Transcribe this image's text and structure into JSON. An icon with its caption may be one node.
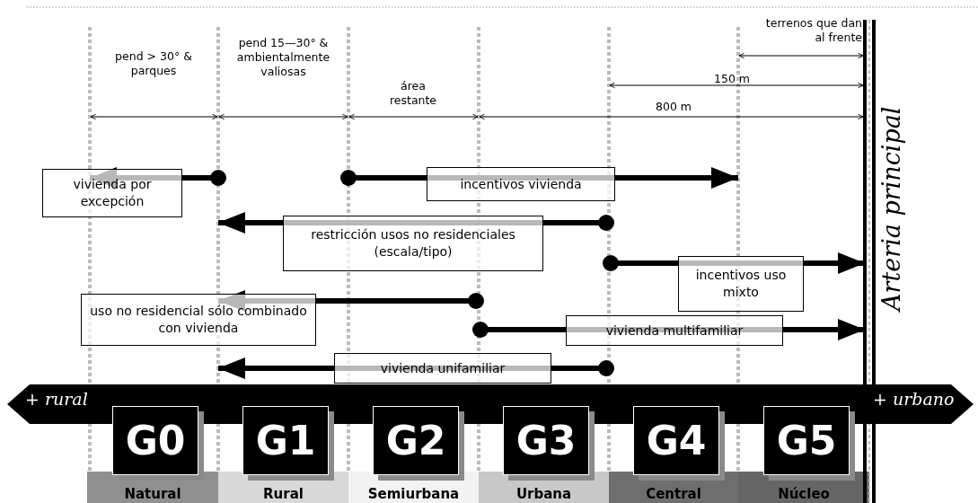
{
  "diagram": {
    "nodes": [
      {
        "text": [
          "vivienda por excepción"
        ]
      },
      {
        "text": [
          "incentivos vivienda"
        ]
      },
      {
        "text": [
          "restricción usos no residenciales (escala/tipo)"
        ]
      },
      {
        "text": [
          "incentivos uso mixto"
        ]
      },
      {
        "text": [
          "uso no residencial sólo combinado con vivienda"
        ]
      },
      {
        "text": [
          "vivienda multifamiliar"
        ]
      },
      {
        "text": [
          "vivienda unifamiliar"
        ]
      },
      {
        "text": [
          "+ rural",
          "+ urbano"
        ]
      },
      {
        "text": [
          "G0"
        ]
      },
      {
        "text": [
          "G1"
        ]
      },
      {
        "text": [
          "G2"
        ]
      },
      {
        "text": [
          "G3"
        ]
      },
      {
        "text": [
          "G4"
        ]
      },
      {
        "text": [
          "G5"
        ]
      },
      {
        "text": [
          "Natural"
        ]
      },
      {
        "text": [
          "Rural"
        ]
      },
      {
        "text": [
          "Semiurbana"
        ]
      },
      {
        "text": [
          "Urbana"
        ]
      },
      {
        "text": [
          "Central"
        ]
      },
      {
        "text": [
          "Núcleo"
        ]
      }
    ],
    "labels": [
      "pend > 30° & parques",
      "pend 15—30° & ambientalmente valiosas",
      "área restante",
      "terrenos que dan al frente",
      "150 m",
      "800 m",
      "Arteria principal"
    ]
  }
}
